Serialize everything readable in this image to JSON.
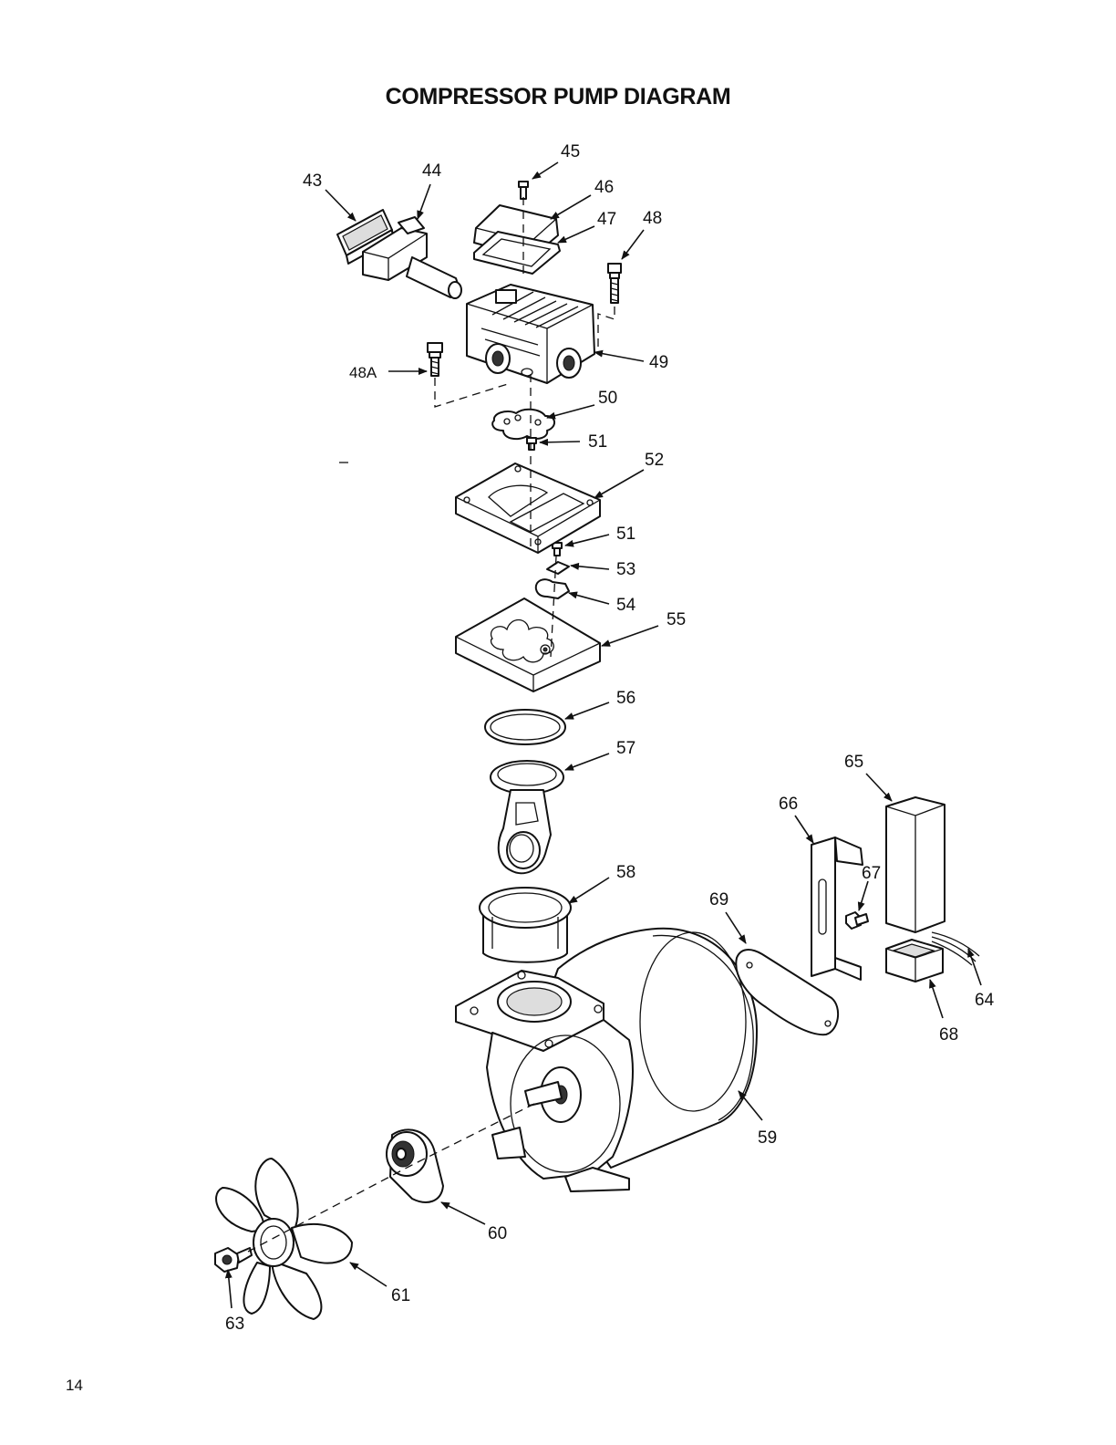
{
  "title": "COMPRESSOR PUMP DIAGRAM",
  "page_number": "14",
  "callouts": {
    "c43": "43",
    "c44": "44",
    "c45": "45",
    "c46": "46",
    "c47": "47",
    "c48": "48",
    "c48a": "48A",
    "c49": "49",
    "c50": "50",
    "c51a": "51",
    "c51b": "51",
    "c52": "52",
    "c53": "53",
    "c54": "54",
    "c55": "55",
    "c56": "56",
    "c57": "57",
    "c58": "58",
    "c59": "59",
    "c60": "60",
    "c61": "61",
    "c63": "63",
    "c64": "64",
    "c65": "65",
    "c66": "66",
    "c67": "67",
    "c68": "68",
    "c69": "69"
  }
}
